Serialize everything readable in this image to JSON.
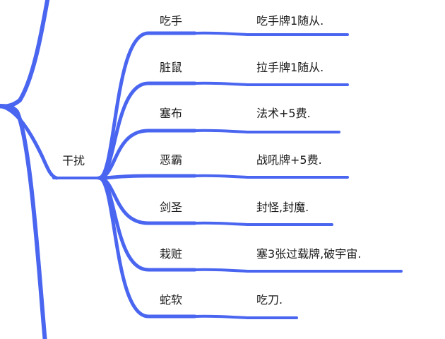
{
  "colors": {
    "branch": "#4a66f0",
    "text": "#1a1a1a",
    "background": "#ffffff"
  },
  "mindmap": {
    "topic": "干扰",
    "branches": [
      {
        "name": "吃手",
        "note": "吃手牌1随从."
      },
      {
        "name": "脏鼠",
        "note": "拉手牌1随从."
      },
      {
        "name": "塞布",
        "note": "法术+5费."
      },
      {
        "name": "恶霸",
        "note": "战吼牌+5费."
      },
      {
        "name": "剑圣",
        "note": "封怪,封魔."
      },
      {
        "name": "栽赃",
        "note": "塞3张过载牌,破宇宙."
      },
      {
        "name": "蛇软",
        "note": "吃刀."
      }
    ]
  }
}
